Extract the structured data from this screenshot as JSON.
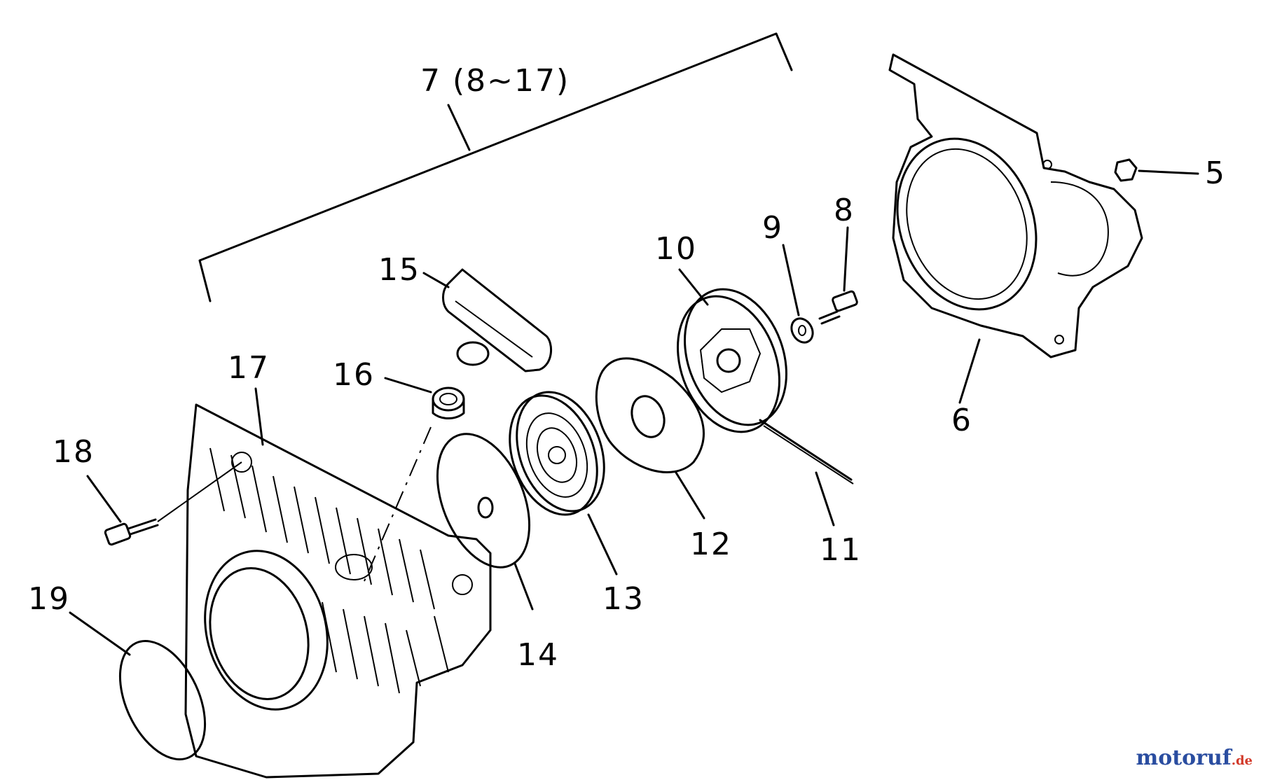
{
  "diagram": {
    "assembly_label": "7 (8~17)",
    "parts": [
      {
        "id": "5",
        "label": "5"
      },
      {
        "id": "6",
        "label": "6"
      },
      {
        "id": "8",
        "label": "8"
      },
      {
        "id": "9",
        "label": "9"
      },
      {
        "id": "10",
        "label": "10"
      },
      {
        "id": "11",
        "label": "11"
      },
      {
        "id": "12",
        "label": "12"
      },
      {
        "id": "13",
        "label": "13"
      },
      {
        "id": "14",
        "label": "14"
      },
      {
        "id": "15",
        "label": "15"
      },
      {
        "id": "16",
        "label": "16"
      },
      {
        "id": "17",
        "label": "17"
      },
      {
        "id": "18",
        "label": "18"
      },
      {
        "id": "19",
        "label": "19"
      }
    ]
  },
  "watermark": {
    "text_blue": "motoruf",
    "text_red": ".de",
    "color_blue": "#2a4da0",
    "color_red": "#d23a2a"
  }
}
